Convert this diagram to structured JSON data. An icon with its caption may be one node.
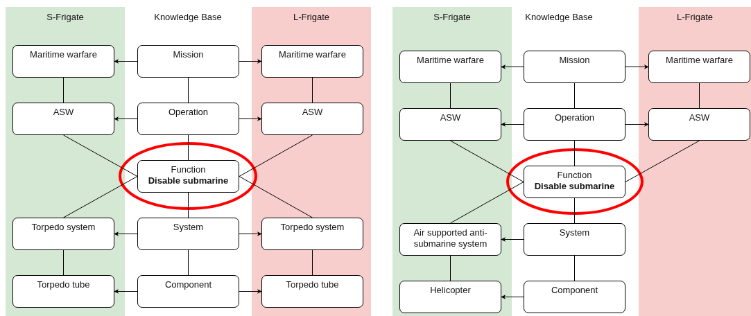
{
  "diagram": {
    "nodes": [
      {
        "text": [
          "S-Frigate"
        ]
      },
      {
        "text": [
          "L-Frigate"
        ]
      },
      {
        "text": [
          "S-Frigate"
        ]
      },
      {
        "text": [
          "L-Frigate"
        ]
      },
      {
        "text": [
          "Maritime warfare"
        ],
        "in": 0
      },
      {
        "text": [
          "Mission"
        ]
      },
      {
        "text": [
          "Maritime warfare"
        ],
        "in": 1
      },
      {
        "text": [
          "ASW"
        ],
        "in": 0
      },
      {
        "text": [
          "Operation"
        ]
      },
      {
        "text": [
          "ASW"
        ],
        "in": 1
      },
      {
        "text": [
          "Function",
          "Disable submarine"
        ]
      },
      {
        "text": [
          "Torpedo system"
        ],
        "in": 0
      },
      {
        "text": [
          "System"
        ]
      },
      {
        "text": [
          "Torpedo system"
        ],
        "in": 1
      },
      {
        "text": [
          "Torpedo tube"
        ],
        "in": 0
      },
      {
        "text": [
          "Component"
        ]
      },
      {
        "text": [
          "Torpedo tube"
        ],
        "in": 1
      },
      {
        "text": [
          "Maritime warfare"
        ],
        "in": 2
      },
      {
        "text": [
          "Mission"
        ]
      },
      {
        "text": [
          "Maritime warfare"
        ],
        "in": 3
      },
      {
        "text": [
          "ASW"
        ],
        "in": 2
      },
      {
        "text": [
          "Operation"
        ]
      },
      {
        "text": [
          "ASW"
        ],
        "in": 3
      },
      {
        "text": [
          "Function",
          "Disable submarine"
        ]
      },
      {
        "text": [
          "Air supported anti-submarine system"
        ],
        "in": 2
      },
      {
        "text": [
          "System"
        ]
      },
      {
        "text": [
          "Helicopter"
        ],
        "in": 2
      },
      {
        "text": [
          "Component"
        ]
      }
    ],
    "edges": [
      {
        "from": 5,
        "to": 4,
        "arrow": "to"
      },
      {
        "from": 5,
        "to": 6,
        "arrow": "to"
      },
      {
        "from": 4,
        "to": 7,
        "arrow": "none"
      },
      {
        "from": 5,
        "to": 8,
        "arrow": "none"
      },
      {
        "from": 6,
        "to": 9,
        "arrow": "none"
      },
      {
        "from": 8,
        "to": 7,
        "arrow": "to"
      },
      {
        "from": 8,
        "to": 9,
        "arrow": "to"
      },
      {
        "from": 7,
        "to": 10,
        "arrow": "none"
      },
      {
        "from": 8,
        "to": 10,
        "arrow": "none"
      },
      {
        "from": 9,
        "to": 10,
        "arrow": "none"
      },
      {
        "from": 10,
        "to": 11,
        "arrow": "none"
      },
      {
        "from": 10,
        "to": 12,
        "arrow": "none"
      },
      {
        "from": 10,
        "to": 13,
        "arrow": "none"
      },
      {
        "from": 12,
        "to": 11,
        "arrow": "to"
      },
      {
        "from": 12,
        "to": 13,
        "arrow": "to"
      },
      {
        "from": 11,
        "to": 14,
        "arrow": "none"
      },
      {
        "from": 12,
        "to": 15,
        "arrow": "none"
      },
      {
        "from": 13,
        "to": 16,
        "arrow": "none"
      },
      {
        "from": 15,
        "to": 14,
        "arrow": "to"
      },
      {
        "from": 15,
        "to": 16,
        "arrow": "to"
      },
      {
        "from": 18,
        "to": 17,
        "arrow": "to"
      },
      {
        "from": 18,
        "to": 19,
        "arrow": "to"
      },
      {
        "from": 17,
        "to": 20,
        "arrow": "none"
      },
      {
        "from": 18,
        "to": 21,
        "arrow": "none"
      },
      {
        "from": 19,
        "to": 22,
        "arrow": "none"
      },
      {
        "from": 21,
        "to": 20,
        "arrow": "to"
      },
      {
        "from": 21,
        "to": 22,
        "arrow": "to"
      },
      {
        "from": 20,
        "to": 23,
        "arrow": "none"
      },
      {
        "from": 21,
        "to": 23,
        "arrow": "none"
      },
      {
        "from": 22,
        "to": 23,
        "arrow": "none"
      },
      {
        "from": 23,
        "to": 24,
        "arrow": "none"
      },
      {
        "from": 23,
        "to": 25,
        "arrow": "none"
      },
      {
        "from": 25,
        "to": 24,
        "arrow": "to"
      },
      {
        "from": 24,
        "to": 26,
        "arrow": "none"
      },
      {
        "from": 25,
        "to": 27,
        "arrow": "none"
      },
      {
        "from": 27,
        "to": 26,
        "arrow": "to"
      }
    ],
    "labels": [
      "Knowledge Base",
      "Knowledge Base"
    ]
  }
}
